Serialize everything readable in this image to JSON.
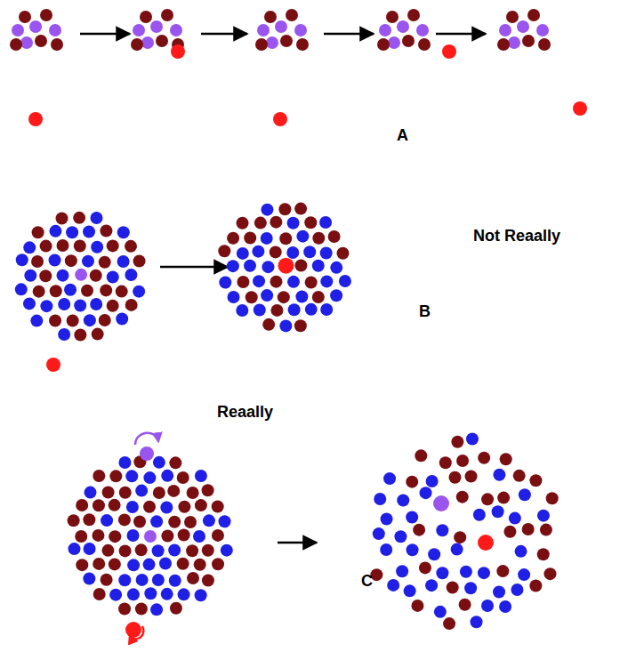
{
  "diagram": {
    "labels": [
      "A",
      "Not Reaally",
      "B",
      "Reaally",
      "C"
    ]
  }
}
